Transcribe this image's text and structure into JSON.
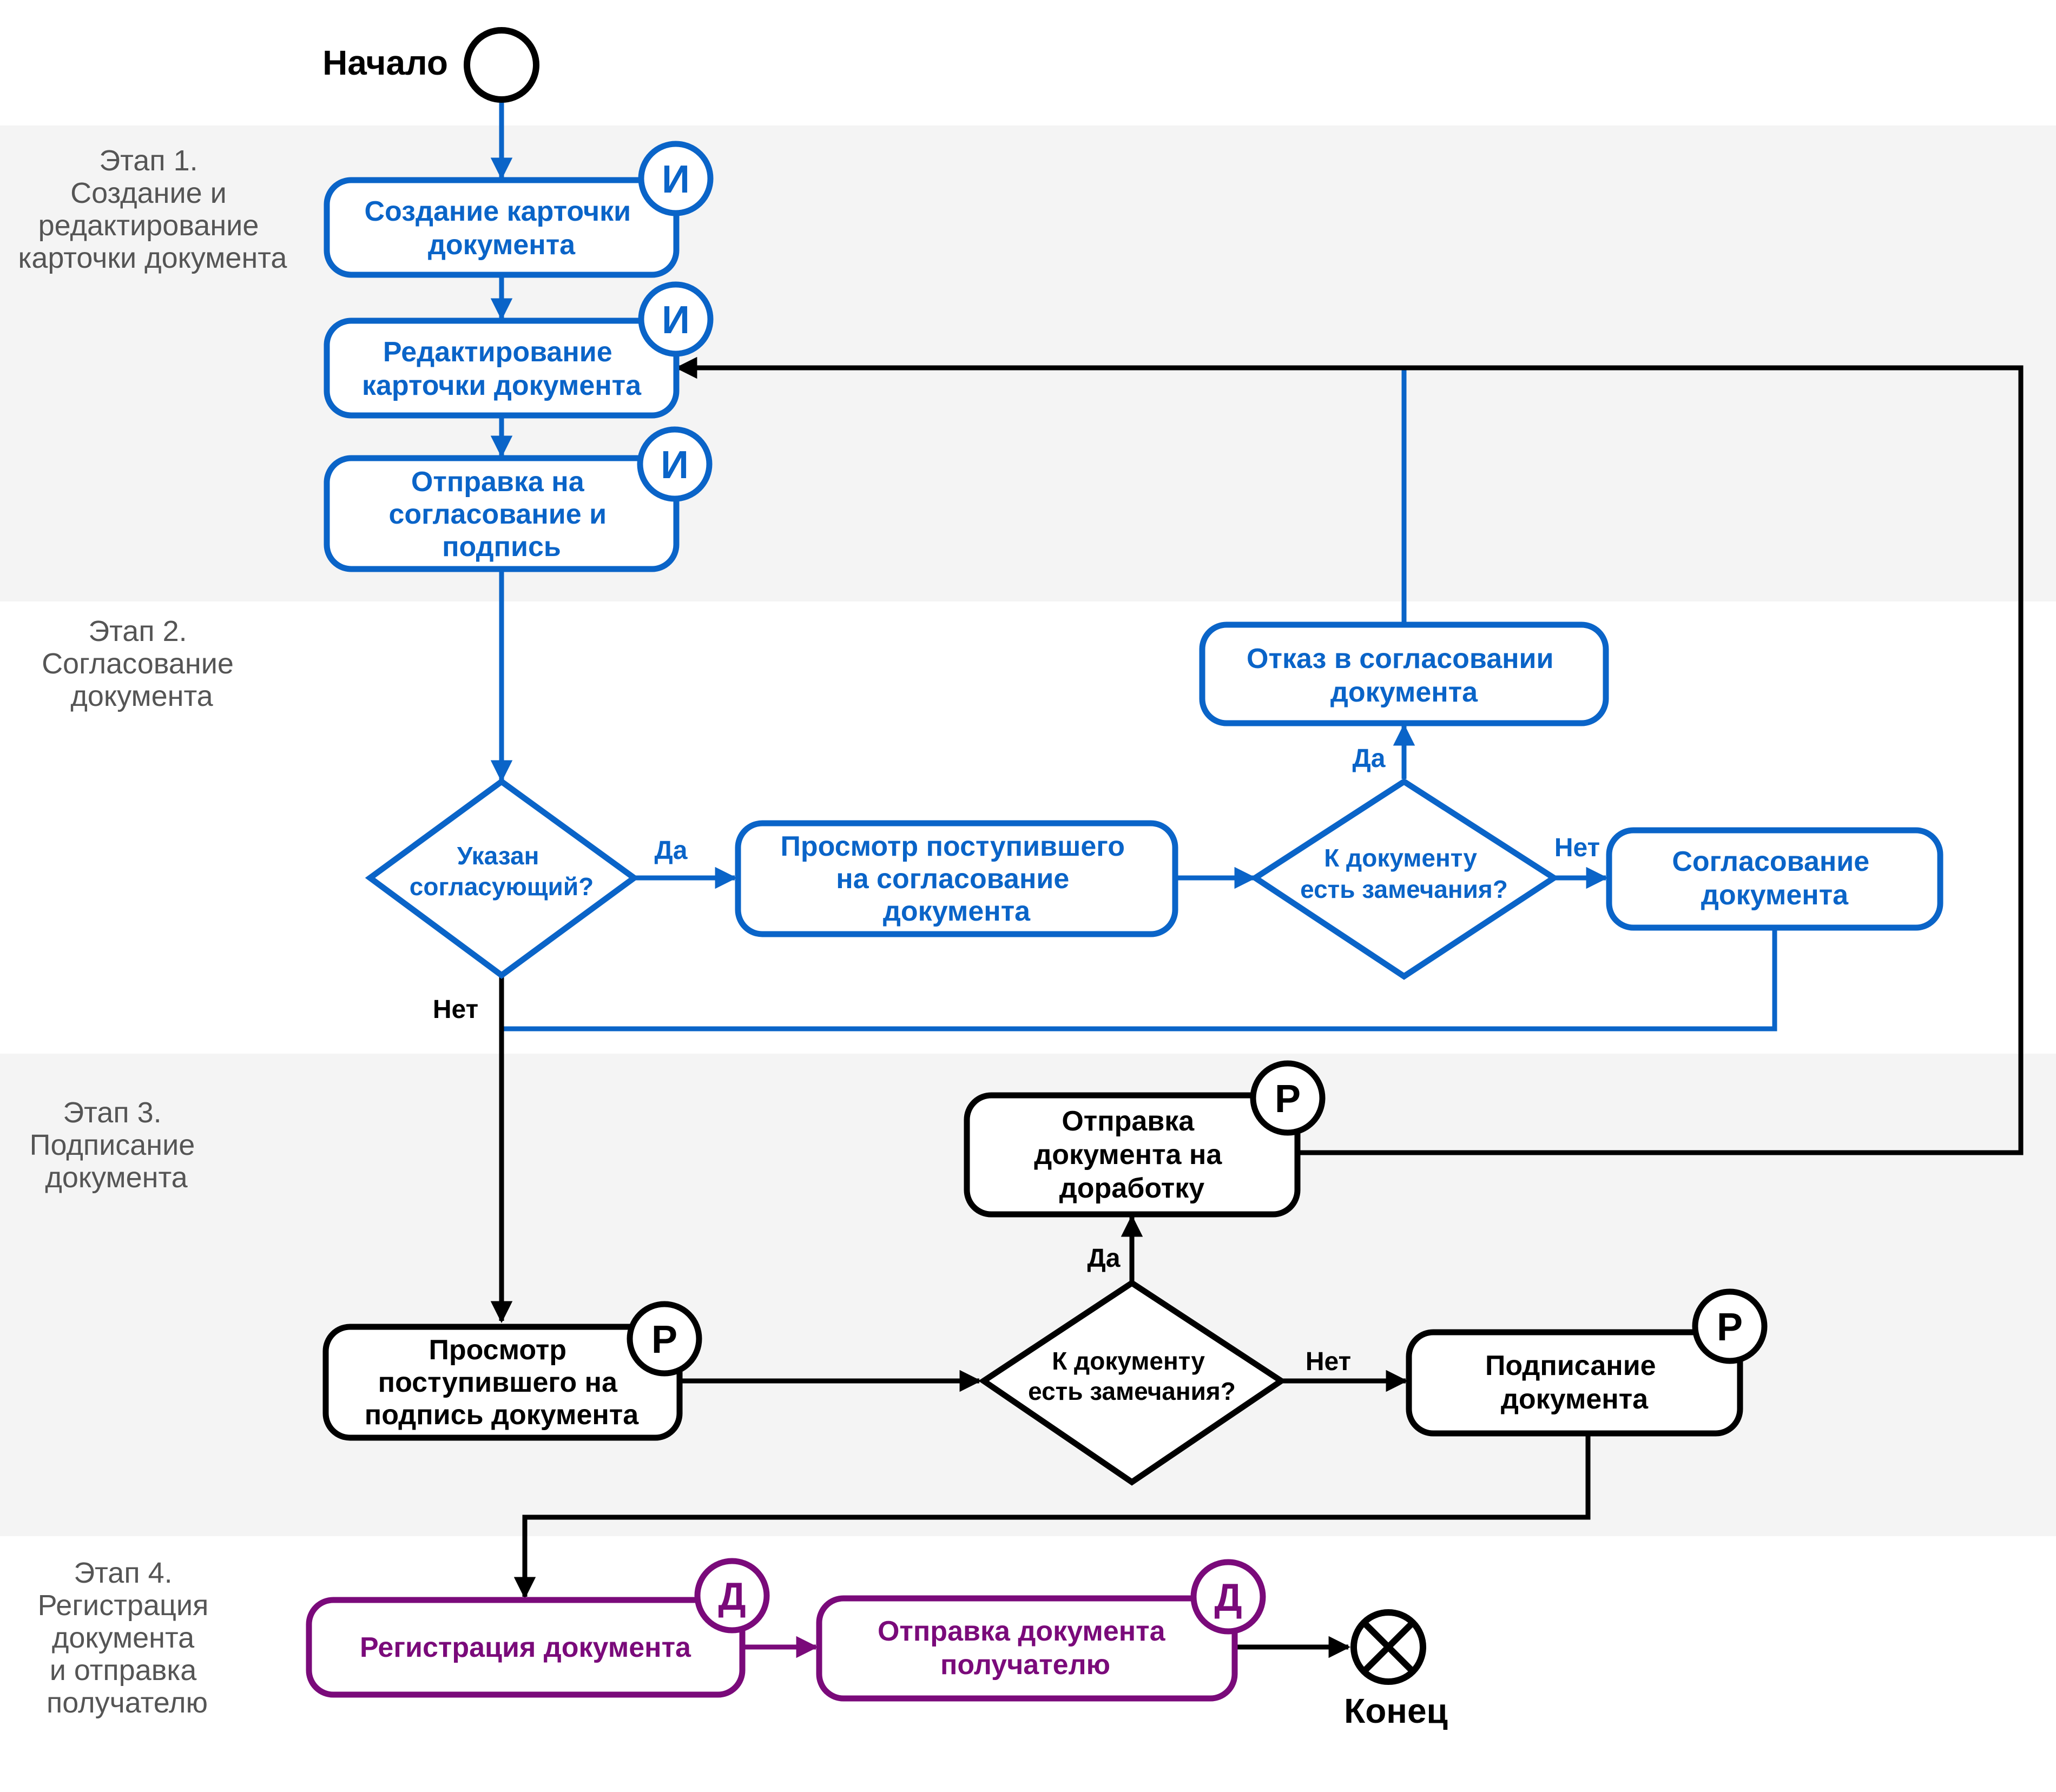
{
  "colors": {
    "blue": "#0a64c8",
    "black": "#000000",
    "purple": "#7a0a7a",
    "stage_text": "#555555",
    "band": "#f4f4f4"
  },
  "start": {
    "label": "Начало"
  },
  "end": {
    "label": "Конец"
  },
  "stages": [
    {
      "lines": [
        "Этап 1.",
        "Создание и",
        "редактирование",
        "карточки документа"
      ]
    },
    {
      "lines": [
        "Этап 2.",
        "Согласование",
        "документа"
      ]
    },
    {
      "lines": [
        "Этап 3.",
        "Подписание",
        "документа"
      ]
    },
    {
      "lines": [
        "Этап 4.",
        "Регистрация",
        "документа",
        "и отправка",
        "получателю"
      ]
    }
  ],
  "nodes": {
    "create_card": {
      "lines": [
        "Создание карточки",
        "документа"
      ],
      "role": "И"
    },
    "edit_card": {
      "lines": [
        "Редактирование",
        "карточки документа"
      ],
      "role": "И"
    },
    "send_approval": {
      "lines": [
        "Отправка на",
        "согласование и",
        "подпись"
      ],
      "role": "И"
    },
    "approver_specified": {
      "lines": [
        "Указан",
        "согласующий?"
      ]
    },
    "review_approval": {
      "lines": [
        "Просмотр поступившего",
        "на согласование",
        "документа"
      ]
    },
    "remarks_approval": {
      "lines": [
        "К документу",
        "есть замечания?"
      ]
    },
    "reject_approval": {
      "lines": [
        "Отказ в согласовании",
        "документа"
      ]
    },
    "approve": {
      "lines": [
        "Согласование",
        "документа"
      ]
    },
    "send_rework": {
      "lines": [
        "Отправка",
        "документа на",
        "доработку"
      ],
      "role": "Р"
    },
    "review_sign": {
      "lines": [
        "Просмотр",
        "поступившего на",
        "подпись документа"
      ],
      "role": "Р"
    },
    "remarks_sign": {
      "lines": [
        "К документу",
        "есть замечания?"
      ]
    },
    "sign": {
      "lines": [
        "Подписание",
        "документа"
      ],
      "role": "Р"
    },
    "register": {
      "lines": [
        "Регистрация документа"
      ],
      "role": "Д"
    },
    "send_recipient": {
      "lines": [
        "Отправка документа",
        "получателю"
      ],
      "role": "Д"
    }
  },
  "edge_labels": {
    "yes1": "Да",
    "no1": "Нет",
    "yes2": "Да",
    "no2": "Нет",
    "yes3": "Да",
    "no3": "Нет"
  }
}
